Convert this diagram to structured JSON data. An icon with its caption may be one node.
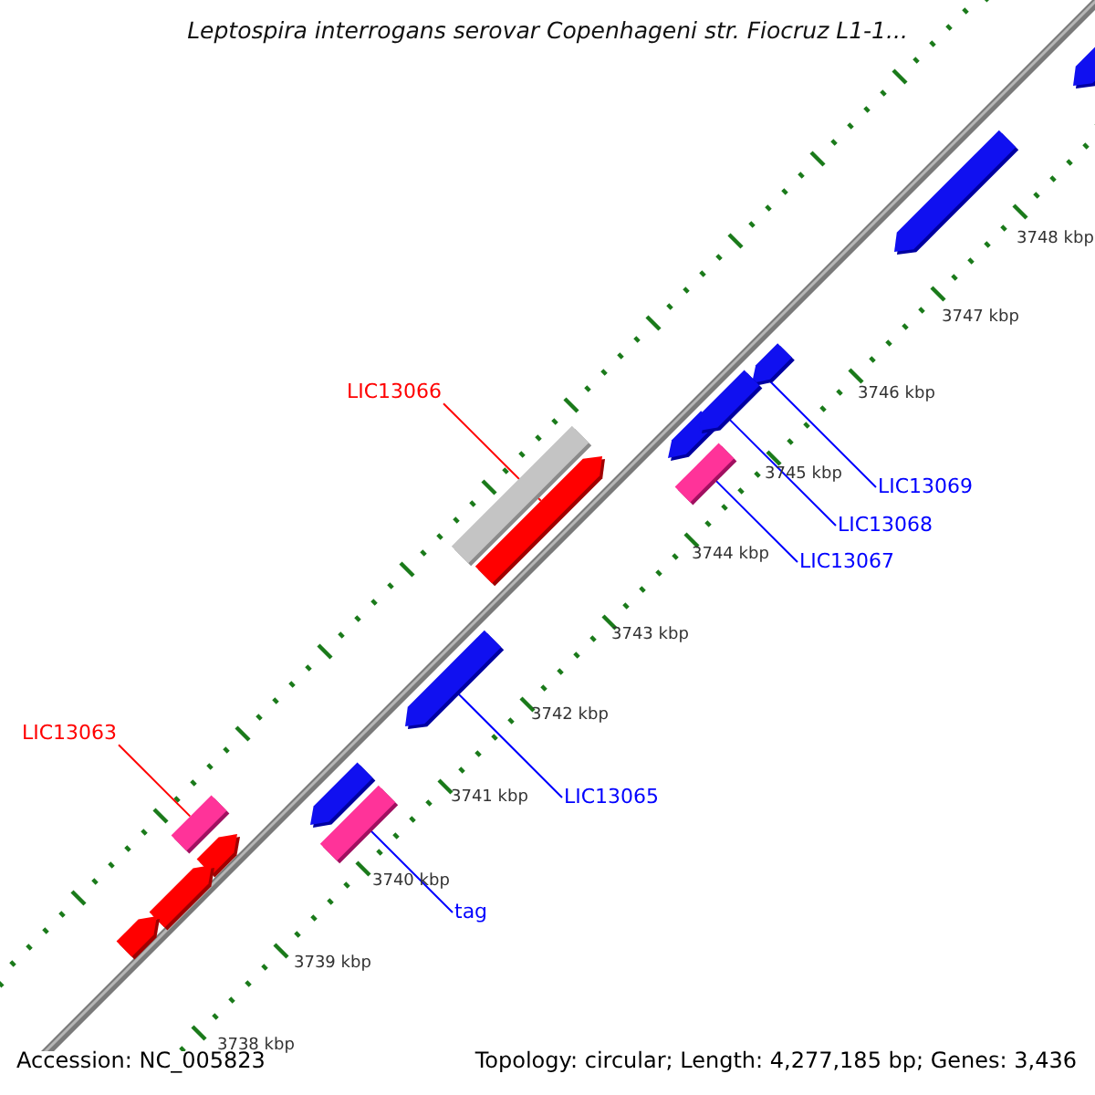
{
  "diagram": {
    "title": "Leptospira interrogans serovar Copenhageni str. Fiocruz L1-1...",
    "nodes": [
      {
        "text": [
          "LIC13066"
        ]
      },
      {
        "text": [],
        "shape": "bar"
      },
      {
        "text": [
          "LIC13069"
        ]
      },
      {
        "text": [],
        "shape": "bar"
      },
      {
        "text": [
          "LIC13068"
        ]
      },
      {
        "text": [],
        "shape": "bar"
      },
      {
        "text": [
          "LIC13067"
        ]
      },
      {
        "text": [],
        "shape": "bar"
      },
      {
        "text": [
          "LIC13063"
        ]
      },
      {
        "text": [],
        "shape": "bar"
      },
      {
        "text": [
          "LIC13065"
        ]
      },
      {
        "text": [],
        "shape": "bar"
      },
      {
        "text": [
          "tag"
        ]
      },
      {
        "text": [],
        "shape": "bar"
      }
    ],
    "edges": [
      {
        "from": 0,
        "to": 1,
        "arrow": "none",
        "color": "#ff0000"
      },
      {
        "from": 2,
        "to": 3,
        "arrow": "none"
      },
      {
        "from": 4,
        "to": 5,
        "arrow": "none"
      },
      {
        "from": 6,
        "to": 7,
        "arrow": "none"
      },
      {
        "from": 8,
        "to": 9,
        "arrow": "none",
        "color": "#ff0000"
      },
      {
        "from": 10,
        "to": 11,
        "arrow": "none"
      },
      {
        "from": 12,
        "to": 13,
        "arrow": "none"
      }
    ],
    "labels": [
      "3748 kbp",
      "3747 kbp",
      "3746 kbp",
      "3745 kbp",
      "3744 kbp",
      "3743 kbp",
      "3742 kbp",
      "3741 kbp",
      "3740 kbp",
      "3739 kbp",
      "3738 kbp",
      "Accession: NC_005823",
      "Topology: circular; Length: 4,277,185 bp; Genes: 3,436"
    ]
  }
}
